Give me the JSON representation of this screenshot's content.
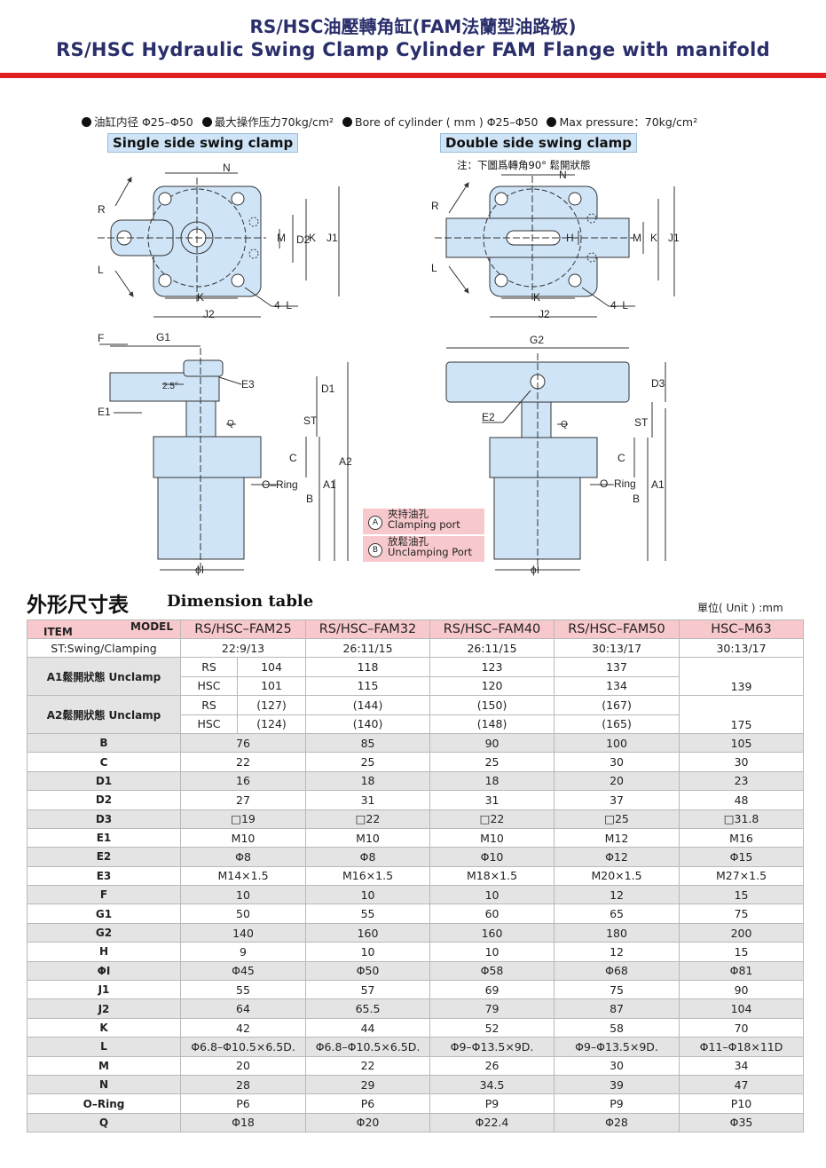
{
  "header": {
    "title_zh": "RS/HSC油壓轉角缸(FAM法蘭型油路板)",
    "title_en": "RS/HSC Hydraulic Swing Clamp Cylinder FAM Flange with manifold"
  },
  "specs": [
    "油缸内径 Φ25–Φ50",
    "最大操作压力70kg/cm²",
    "Bore of cylinder ( mm ) Φ25–Φ50",
    "Max pressure：70kg/cm²"
  ],
  "diagrams": {
    "single_label": "Single side swing clamp",
    "double_label": "Double side swing clamp",
    "double_note": "注：下圖爲轉角90° 鬆開狀態",
    "dim_labels": {
      "N": "N",
      "R": "R",
      "L": "L",
      "M": "M",
      "K": "K",
      "D2": "D2",
      "J1": "J1",
      "J2": "J2",
      "4L": "4–L",
      "F": "F",
      "G1": "G1",
      "G2": "G2",
      "E1": "E1",
      "E2": "E2",
      "E3": "E3",
      "D1": "D1",
      "D3": "D3",
      "ST": "ST",
      "Q": "Q",
      "C": "C",
      "A1": "A1",
      "A2": "A2",
      "B": "B",
      "H": "H",
      "ORing": "O–Ring",
      "phiI": "ϕI",
      "angle": "2.5°",
      "A": "A",
      "Bc": "B"
    }
  },
  "legend": [
    {
      "mark": "A",
      "zh": "夾持油孔",
      "en": "Clamping port"
    },
    {
      "mark": "B",
      "zh": "放鬆油孔",
      "en": "Unclamping Port"
    }
  ],
  "table_title": {
    "zh": "外形尺寸表",
    "en": "Dimension table"
  },
  "unit": "單位( Unit ) :mm",
  "table": {
    "corner_model": "MODEL",
    "corner_item": "ITEM",
    "models": [
      "RS/HSC–FAM25",
      "RS/HSC–FAM32",
      "RS/HSC–FAM40",
      "RS/HSC–FAM50",
      "HSC–M63"
    ],
    "st": {
      "label": "ST:Swing/Clamping",
      "values": [
        "22:9/13",
        "26:11/15",
        "26:11/15",
        "30:13/17",
        "30:13/17"
      ]
    },
    "a1": {
      "label": "A1鬆開狀態 Unclamp",
      "rs_label": "RS",
      "hsc_label": "HSC",
      "rs": [
        "104",
        "118",
        "123",
        "137"
      ],
      "hsc": [
        "101",
        "115",
        "120",
        "134",
        "139"
      ]
    },
    "a2": {
      "label": "A2鬆開狀態 Unclamp",
      "rs_label": "RS",
      "hsc_label": "HSC",
      "rs": [
        "(127)",
        "(144)",
        "(150)",
        "(167)"
      ],
      "hsc": [
        "(124)",
        "(140)",
        "(148)",
        "(165)",
        "175"
      ]
    },
    "rows": [
      {
        "label": "B",
        "values": [
          "76",
          "85",
          "90",
          "100",
          "105"
        ]
      },
      {
        "label": "C",
        "values": [
          "22",
          "25",
          "25",
          "30",
          "30"
        ]
      },
      {
        "label": "D1",
        "values": [
          "16",
          "18",
          "18",
          "20",
          "23"
        ]
      },
      {
        "label": "D2",
        "values": [
          "27",
          "31",
          "31",
          "37",
          "48"
        ]
      },
      {
        "label": "D3",
        "values": [
          "□19",
          "□22",
          "□22",
          "□25",
          "□31.8"
        ]
      },
      {
        "label": "E1",
        "values": [
          "M10",
          "M10",
          "M10",
          "M12",
          "M16"
        ]
      },
      {
        "label": "E2",
        "values": [
          "Φ8",
          "Φ8",
          "Φ10",
          "Φ12",
          "Φ15"
        ]
      },
      {
        "label": "E3",
        "values": [
          "M14×1.5",
          "M16×1.5",
          "M18×1.5",
          "M20×1.5",
          "M27×1.5"
        ]
      },
      {
        "label": "F",
        "values": [
          "10",
          "10",
          "10",
          "12",
          "15"
        ]
      },
      {
        "label": "G1",
        "values": [
          "50",
          "55",
          "60",
          "65",
          "75"
        ]
      },
      {
        "label": "G2",
        "values": [
          "140",
          "160",
          "160",
          "180",
          "200"
        ]
      },
      {
        "label": "H",
        "values": [
          "9",
          "10",
          "10",
          "12",
          "15"
        ]
      },
      {
        "label": "ΦI",
        "values": [
          "Φ45",
          "Φ50",
          "Φ58",
          "Φ68",
          "Φ81"
        ]
      },
      {
        "label": "J1",
        "values": [
          "55",
          "57",
          "69",
          "75",
          "90"
        ]
      },
      {
        "label": "J2",
        "values": [
          "64",
          "65.5",
          "79",
          "87",
          "104"
        ]
      },
      {
        "label": "K",
        "values": [
          "42",
          "44",
          "52",
          "58",
          "70"
        ]
      },
      {
        "label": "L",
        "values": [
          "Φ6.8–Φ10.5×6.5D.",
          "Φ6.8–Φ10.5×6.5D.",
          "Φ9–Φ13.5×9D.",
          "Φ9–Φ13.5×9D.",
          "Φ11–Φ18×11D"
        ]
      },
      {
        "label": "M",
        "values": [
          "20",
          "22",
          "26",
          "30",
          "34"
        ]
      },
      {
        "label": "N",
        "values": [
          "28",
          "29",
          "34.5",
          "39",
          "47"
        ]
      },
      {
        "label": "O–Ring",
        "values": [
          "P6",
          "P6",
          "P9",
          "P9",
          "P10"
        ]
      },
      {
        "label": "Q",
        "values": [
          "Φ18",
          "Φ20",
          "Φ22.4",
          "Φ28",
          "Φ35"
        ]
      }
    ]
  }
}
